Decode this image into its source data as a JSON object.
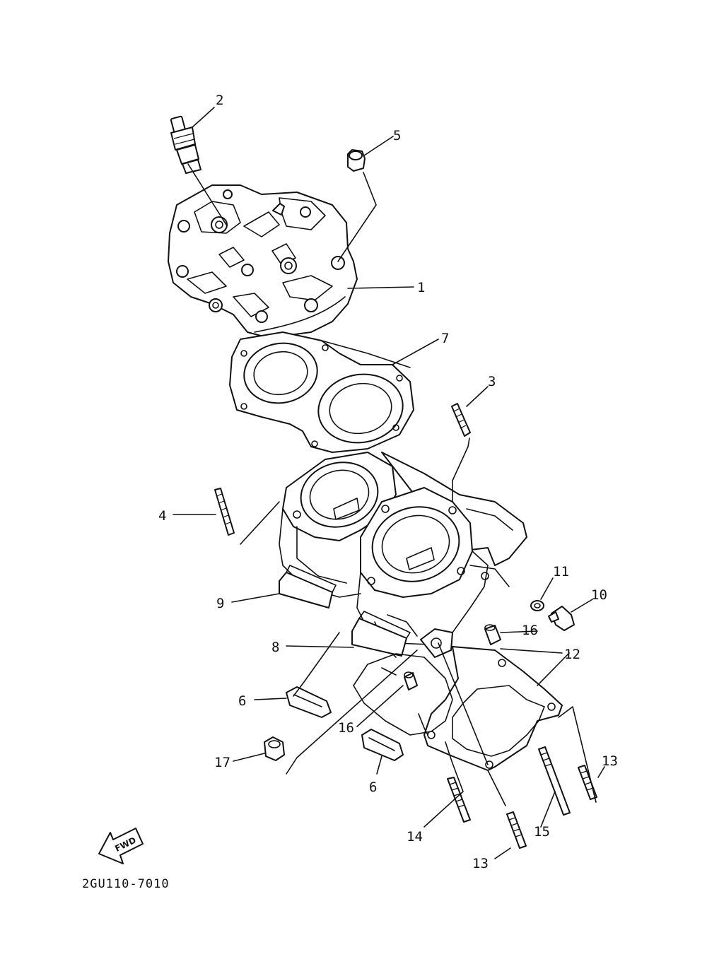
{
  "diagram": {
    "code": "2GU110-7010",
    "fwd_label": "FWD",
    "callouts": {
      "c1": "1",
      "c2": "2",
      "c3": "3",
      "c4": "4",
      "c5": "5",
      "c6a": "6",
      "c6b": "6",
      "c7": "7",
      "c8": "8",
      "c9": "9",
      "c10": "10",
      "c11": "11",
      "c12": "12",
      "c13a": "13",
      "c13b": "13",
      "c14": "14",
      "c15": "15",
      "c16a": "16",
      "c16b": "16",
      "c17": "17"
    }
  }
}
